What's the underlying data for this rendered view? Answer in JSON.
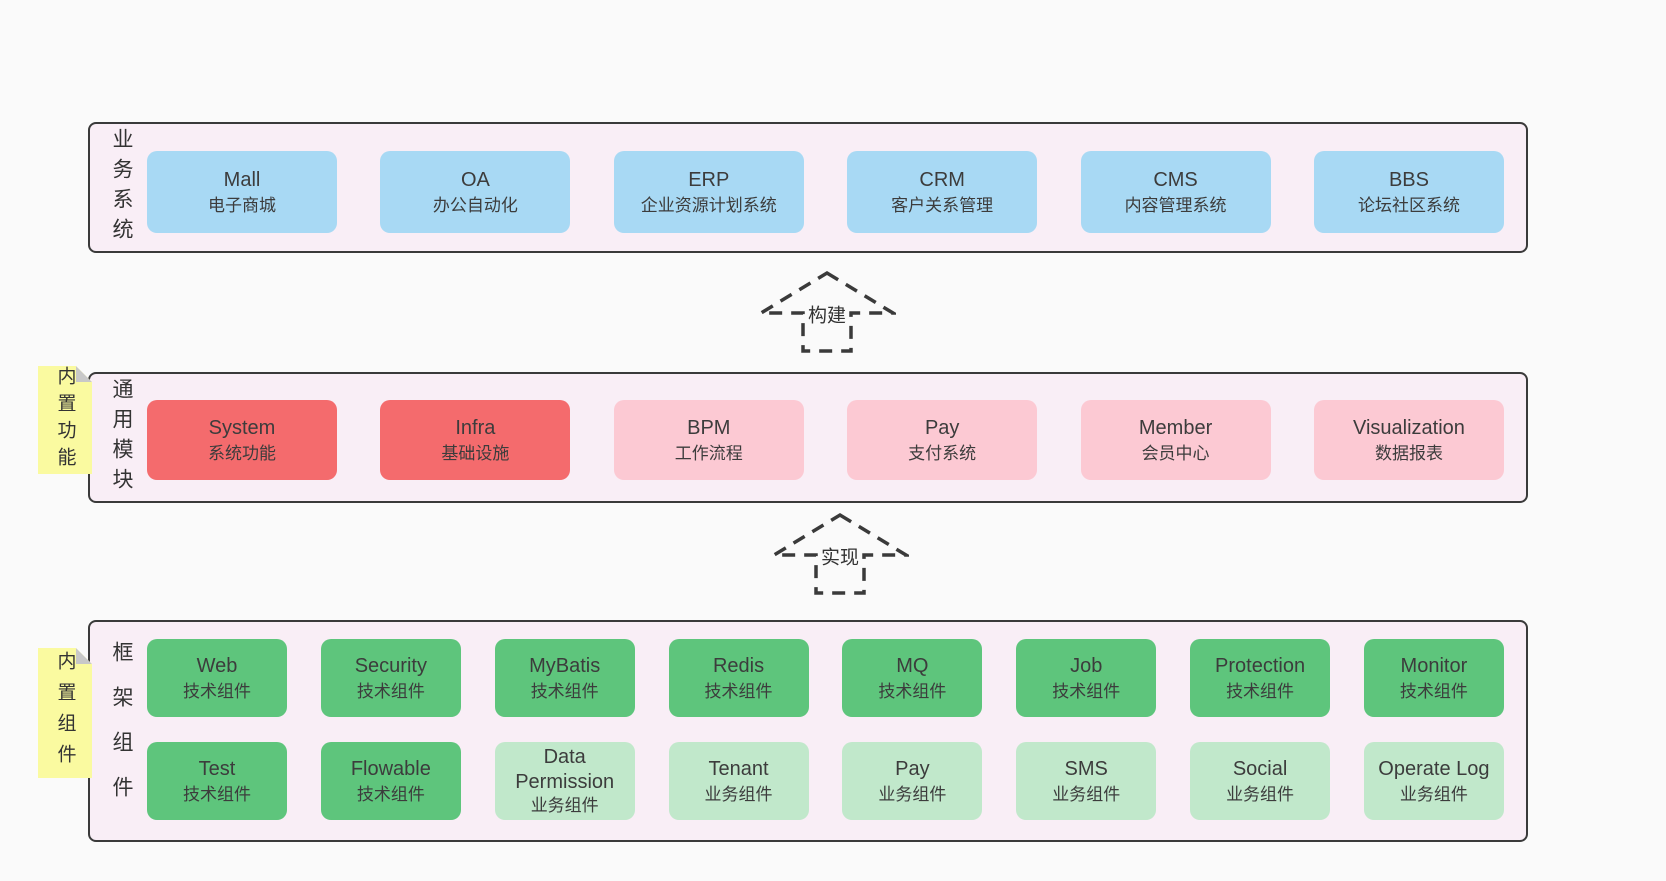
{
  "colors": {
    "page_bg": "#fafafa",
    "band_bg": "#f9eef6",
    "band_border": "#3a3a3a",
    "blue": "#a8d9f4",
    "red": "#f46b6d",
    "pink": "#fcc9d3",
    "green_dark": "#5ec57c",
    "green_light": "#c1e8cb",
    "note_yellow": "#fafaa0",
    "text": "#3c3c3c"
  },
  "arrows": [
    {
      "label": "构建"
    },
    {
      "label": "实现"
    }
  ],
  "bands": [
    {
      "label": "业务系统",
      "boxes": [
        {
          "en": "Mall",
          "zh": "电子商城"
        },
        {
          "en": "OA",
          "zh": "办公自动化"
        },
        {
          "en": "ERP",
          "zh": "企业资源计划系统"
        },
        {
          "en": "CRM",
          "zh": "客户关系管理"
        },
        {
          "en": "CMS",
          "zh": "内容管理系统"
        },
        {
          "en": "BBS",
          "zh": "论坛社区系统"
        }
      ]
    },
    {
      "label": "通用模块",
      "note": "内置功能",
      "boxes": [
        {
          "en": "System",
          "zh": "系统功能"
        },
        {
          "en": "Infra",
          "zh": "基础设施"
        },
        {
          "en": "BPM",
          "zh": "工作流程"
        },
        {
          "en": "Pay",
          "zh": "支付系统"
        },
        {
          "en": "Member",
          "zh": "会员中心"
        },
        {
          "en": "Visualization",
          "zh": "数据报表"
        }
      ]
    },
    {
      "label": "框架组件",
      "note": "内置组件",
      "rows": [
        [
          {
            "en": "Web",
            "zh": "技术组件"
          },
          {
            "en": "Security",
            "zh": "技术组件"
          },
          {
            "en": "MyBatis",
            "zh": "技术组件"
          },
          {
            "en": "Redis",
            "zh": "技术组件"
          },
          {
            "en": "MQ",
            "zh": "技术组件"
          },
          {
            "en": "Job",
            "zh": "技术组件"
          },
          {
            "en": "Protection",
            "zh": "技术组件"
          },
          {
            "en": "Monitor",
            "zh": "技术组件"
          }
        ],
        [
          {
            "en": "Test",
            "zh": "技术组件"
          },
          {
            "en": "Flowable",
            "zh": "技术组件"
          },
          {
            "en": "Data Permission",
            "zh": "业务组件"
          },
          {
            "en": "Tenant",
            "zh": "业务组件"
          },
          {
            "en": "Pay",
            "zh": "业务组件"
          },
          {
            "en": "SMS",
            "zh": "业务组件"
          },
          {
            "en": "Social",
            "zh": "业务组件"
          },
          {
            "en": "Operate Log",
            "zh": "业务组件"
          }
        ]
      ]
    }
  ]
}
